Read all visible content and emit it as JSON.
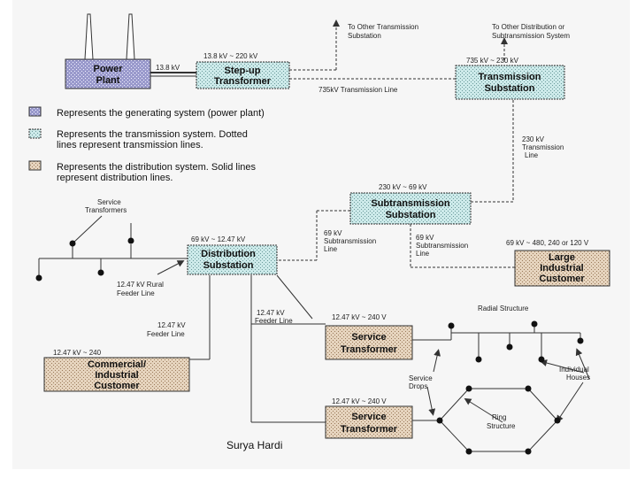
{
  "boxes": {
    "power_plant": [
      "Power",
      "Plant"
    ],
    "stepup": [
      "Step-up",
      "Transformer"
    ],
    "transmission": [
      "Transmission",
      "Substation"
    ],
    "subtransmission": [
      "Subtransmission",
      "Substation"
    ],
    "distribution": [
      "Distribution",
      "Substation"
    ],
    "large_industrial": [
      "Large",
      "Industrial",
      "Customer"
    ],
    "commercial": [
      "Commercial/",
      "Industrial",
      "Customer"
    ],
    "service1": [
      "Service",
      "Transformer"
    ],
    "service2": [
      "Service",
      "Transformer"
    ]
  },
  "legend": {
    "generating": [
      "Represents the generating system (power plant)"
    ],
    "transmission": [
      "Represents the transmission system.  Dotted",
      "lines represent transmission lines."
    ],
    "distribution": [
      "Represents the distribution system.  Solid lines",
      "represent distribution lines."
    ]
  },
  "labels": {
    "kv_13_8": "13.8 kV",
    "kv_13_8_220": "13.8 kV ~ 220 kV",
    "to_other_transmission": [
      "To Other Transmission",
      "Substation"
    ],
    "to_other_distribution": [
      "To Other Distribution or",
      "Subtransmission System"
    ],
    "kv_735_230": "735 kV ~ 230 kV",
    "line_735": "735kV Transmission Line",
    "kv_230_line": [
      "230 kV",
      "Transmission",
      "Line"
    ],
    "kv_230_69": "230 kV ~ 69 kV",
    "service_transformers": [
      "Service",
      "Transformers"
    ],
    "kv_69_12_47": "69 kV ~ 12.47 kV",
    "subtrans_line_left": [
      "69 kV",
      "Subtransmission",
      "Line"
    ],
    "subtrans_line_right": [
      "69 kV",
      "Subtransmission",
      "Line"
    ],
    "kv_69_480": "69 kV ~ 480, 240 or 120 V",
    "rural_feeder": [
      "12.47 kV Rural",
      "Feeder Line"
    ],
    "feeder_line_left": [
      "12.47 kV",
      "Feeder Line"
    ],
    "feeder_line_right": [
      "12.47 kV",
      "Feeder Line"
    ],
    "kv_12_47_240_a": "12.47 kV ~ 240  V",
    "kv_12_47_240_b": "12.47 kV ~ 240  V",
    "kv_12_47_240_c": "12.47 kV ~ 240",
    "radial_structure": "Radial Structure",
    "individual_houses": [
      "Individual",
      "Houses"
    ],
    "service_drops": [
      "Service",
      "Drops"
    ],
    "ring_structure": [
      "Ring",
      "Structure"
    ]
  },
  "footer": "Surya Hardi",
  "colors": {
    "generating_fill": "#9a9acc",
    "transmission_fill": "#cdeaea",
    "distribution_fill": "#e6d4be",
    "line": "#333333"
  }
}
